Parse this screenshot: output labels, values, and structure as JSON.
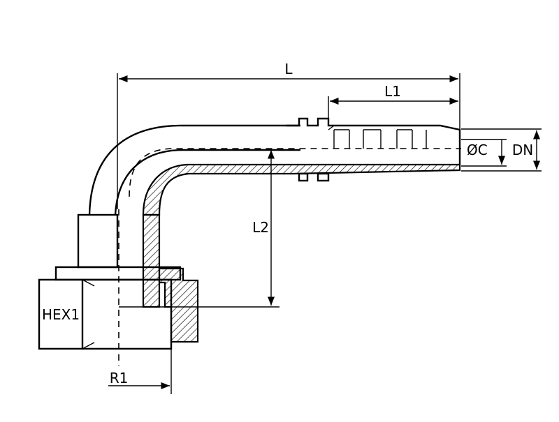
{
  "labels": {
    "overall_length": "L",
    "tail_length": "L1",
    "drop_length": "L2",
    "bore_diameter": "ØC",
    "nominal_diameter": "DN",
    "hex_size": "HEX1",
    "radius": "R1"
  },
  "colors": {
    "line": "#000000",
    "background": "#ffffff"
  }
}
